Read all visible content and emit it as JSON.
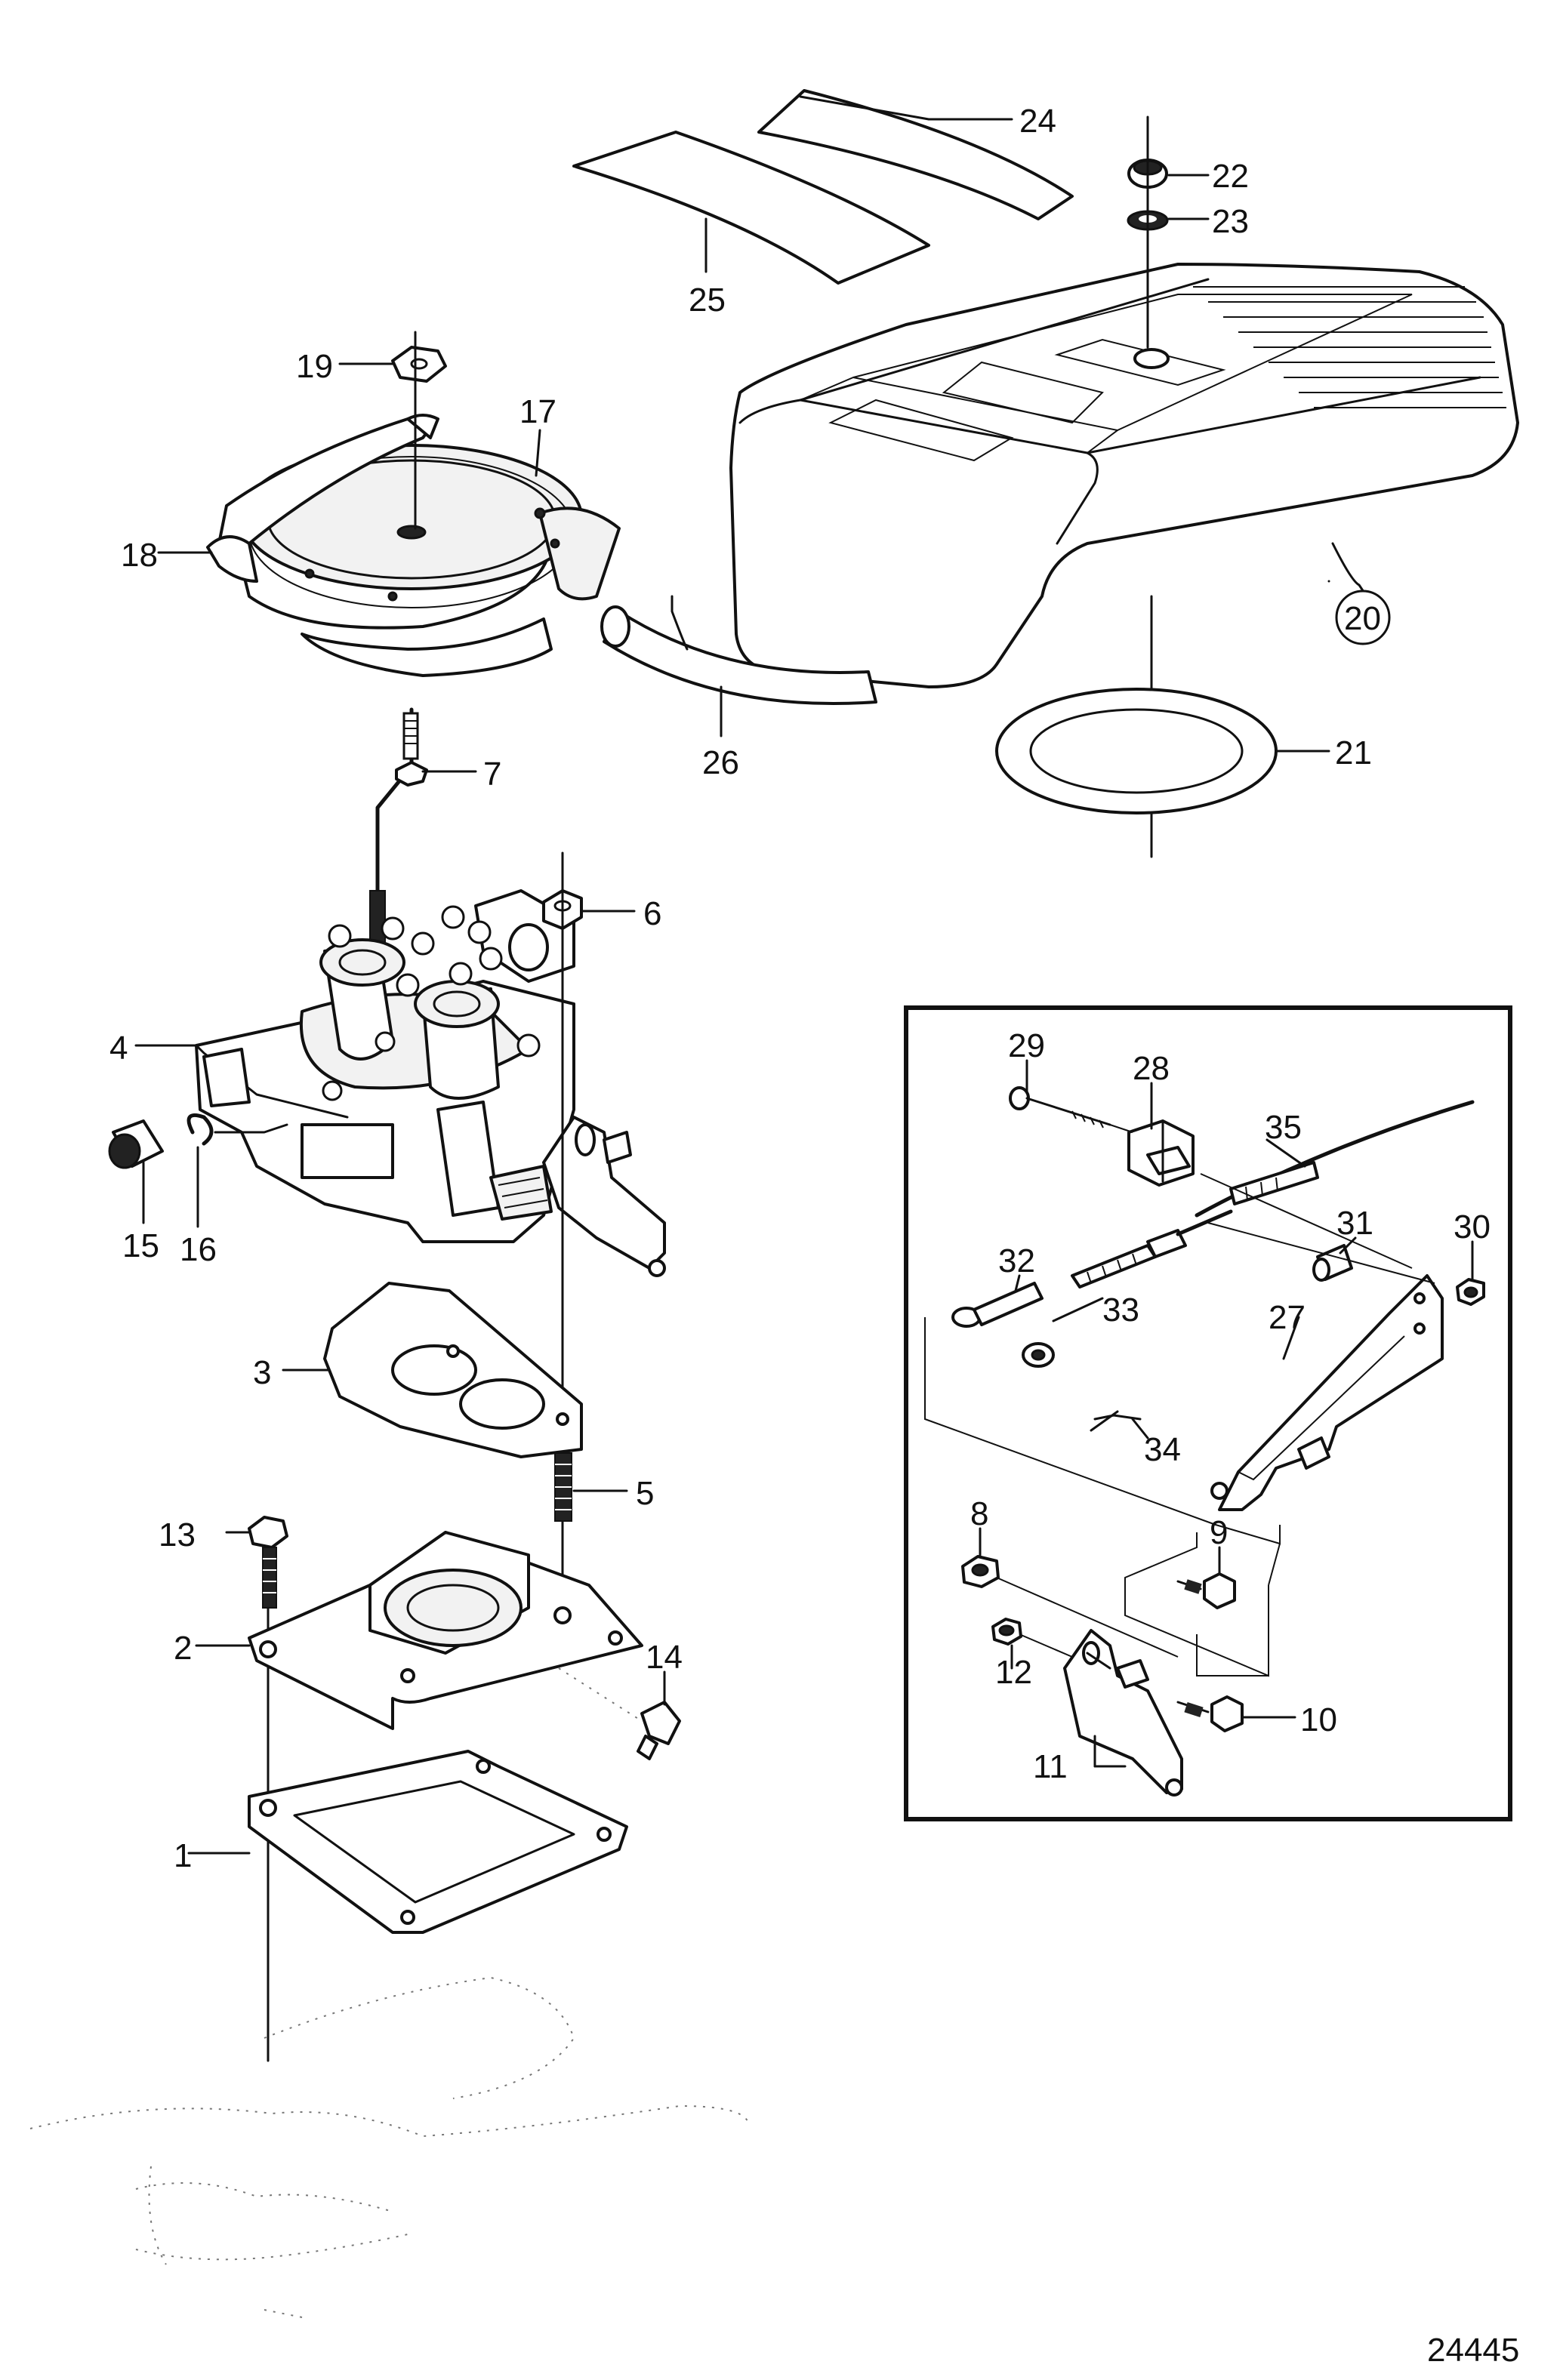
{
  "diagram": {
    "drawing_number": "24445",
    "callouts": [
      "1",
      "2",
      "3",
      "4",
      "5",
      "6",
      "7",
      "8",
      "9",
      "10",
      "11",
      "12",
      "13",
      "14",
      "15",
      "16",
      "17",
      "18",
      "19",
      "20",
      "21",
      "22",
      "23",
      "24",
      "25",
      "26",
      "27",
      "28",
      "29",
      "30",
      "31",
      "32",
      "33",
      "34",
      "35"
    ],
    "circled_callout": "20"
  }
}
